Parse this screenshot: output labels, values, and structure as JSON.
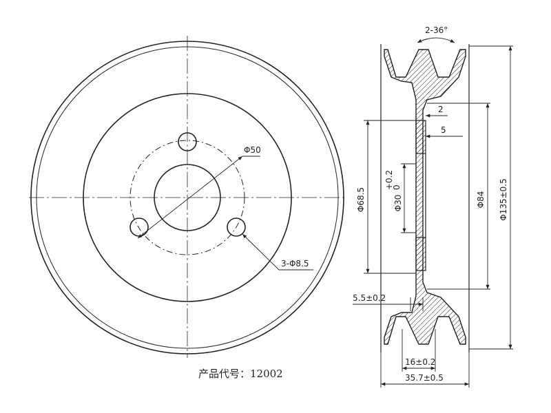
{
  "front_view": {
    "pcd_label": "Φ50",
    "holes_label": "3-Φ8.5"
  },
  "side_view": {
    "groove_angle_label": "2-36°",
    "thickness_label": "2",
    "step_label": "5",
    "d68_label": "Φ68.5",
    "bore_label": "Φ30",
    "bore_tol_upper": "+0.2",
    "bore_tol_lower": "0",
    "d84_label": "Φ84",
    "d135_label": "Φ135±0.5",
    "offset_label": "5.5±0.2",
    "groove_pitch_label": "16±0.2",
    "width_label": "35.7±0.5"
  },
  "caption": "产品代号：12002"
}
